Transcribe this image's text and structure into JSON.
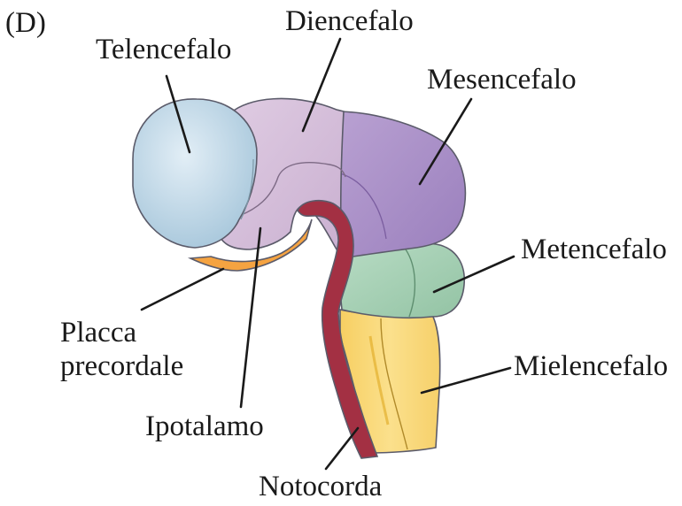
{
  "panel_label": "(D)",
  "labels": {
    "telencefalo": "Telencefalo",
    "diencefalo": "Diencefalo",
    "mesencefalo": "Mesencefalo",
    "metencefalo": "Metencefalo",
    "mielencefalo": "Mielencefalo",
    "placca_line1": "Placca",
    "placca_line2": "precordale",
    "ipotalamo": "Ipotalamo",
    "notocorda": "Notocorda"
  },
  "colors": {
    "telencefalo": "#bcd6e6",
    "diencefalo": "#d5bcd9",
    "mesencefalo": "#ab90c8",
    "metencefalo": "#a8d2b6",
    "mielencefalo": "#f9d97a",
    "placca_precordale": "#f5a341",
    "notocorda": "#a33043"
  }
}
